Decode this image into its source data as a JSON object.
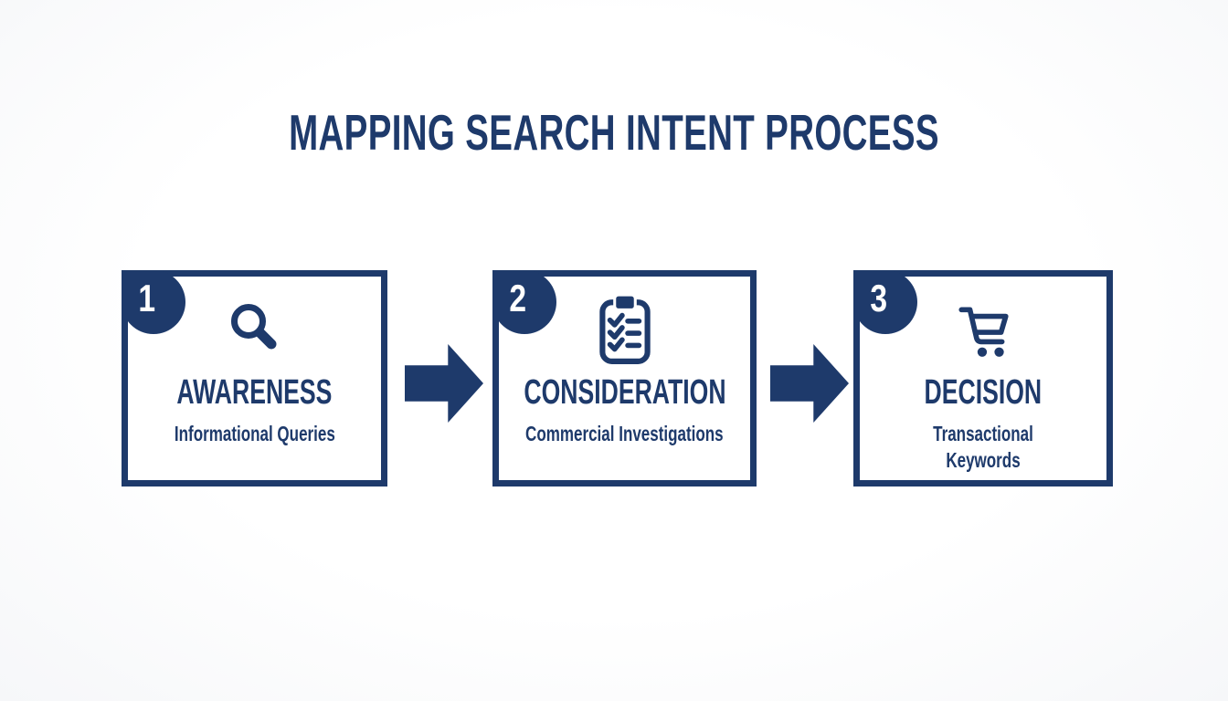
{
  "title": "MAPPING SEARCH INTENT PROCESS",
  "colors": {
    "navy": "#1e3a6b",
    "background": "#fdfdfe",
    "box_fill": "#ffffff",
    "badge_text": "#ffffff"
  },
  "connector_icon": "arrow-right-icon",
  "steps": [
    {
      "number": "1",
      "title": "AWARENESS",
      "subtitle": "Informational Queries",
      "icon": "magnifier-icon"
    },
    {
      "number": "2",
      "title": "CONSIDERATION",
      "subtitle": "Commercial Investigations",
      "icon": "clipboard-checklist-icon"
    },
    {
      "number": "3",
      "title": "DECISION",
      "subtitle": "Transactional Keywords",
      "icon": "shopping-cart-icon"
    }
  ]
}
